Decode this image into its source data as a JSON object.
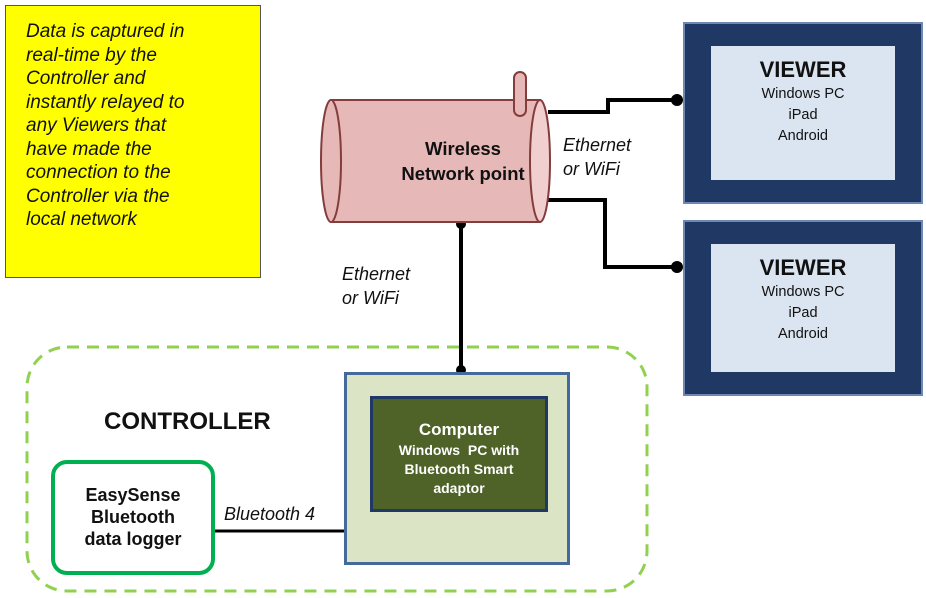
{
  "note": {
    "lines": [
      "Data is captured in",
      "real-time by the",
      "Controller and",
      "instantly relayed to",
      "any Viewers that",
      "have made the",
      "connection to the",
      "Controller via the",
      "local network"
    ],
    "color": "#ffff00"
  },
  "network_point": {
    "label_line1": "Wireless",
    "label_line2": "Network point",
    "color": "#e6b8b7"
  },
  "links": {
    "network_to_viewers": {
      "line1": "Ethernet",
      "line2": "or WiFi"
    },
    "network_to_controller": {
      "line1": "Ethernet",
      "line2": "or WiFi"
    },
    "logger_to_computer": "Bluetooth 4"
  },
  "viewers": [
    {
      "title": "VIEWER",
      "lines": [
        "Windows PC",
        "iPad",
        "Android"
      ]
    },
    {
      "title": "VIEWER",
      "lines": [
        "Windows PC",
        "iPad",
        "Android"
      ]
    }
  ],
  "controller": {
    "label": "CONTROLLER",
    "border_color": "#92d050",
    "computer": {
      "title": "Computer",
      "line1": "Windows  PC with",
      "line2": "Bluetooth Smart",
      "line3": "adaptor"
    },
    "logger": {
      "line1": "EasySense",
      "line2": "Bluetooth",
      "line3": "data logger",
      "border_color": "#00b050"
    }
  }
}
